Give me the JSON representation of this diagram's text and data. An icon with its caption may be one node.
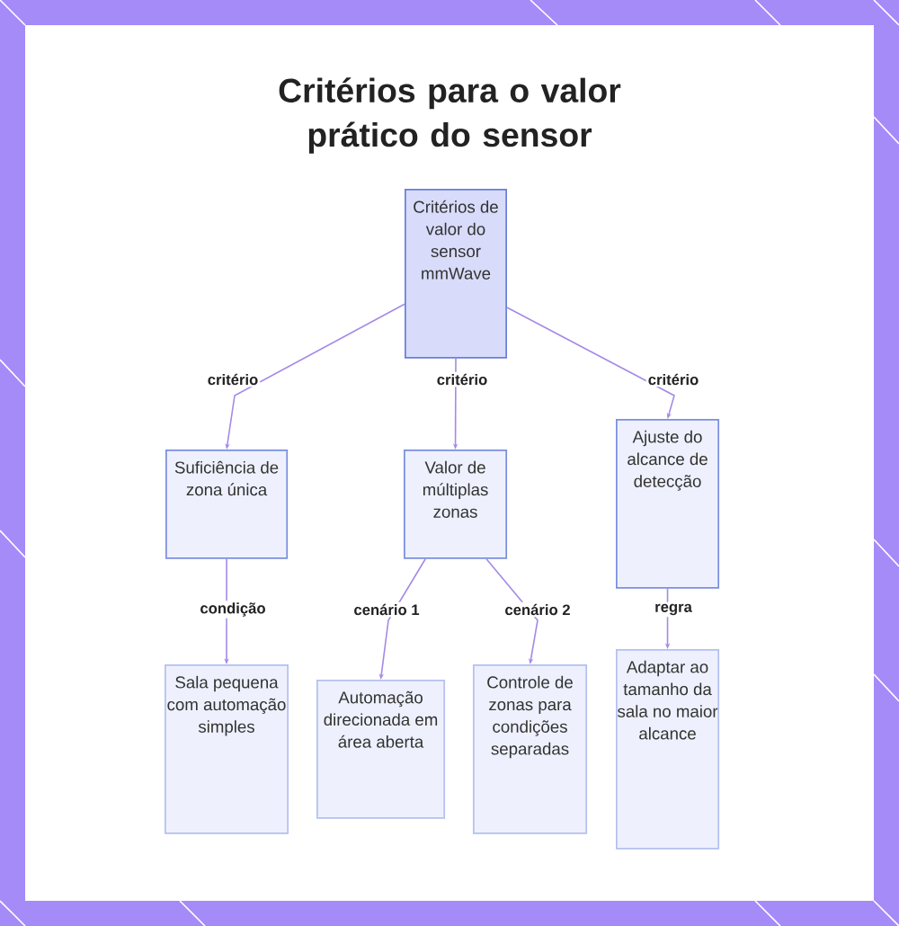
{
  "diagram": {
    "title": "Critérios para o valor prático do sensor",
    "nodes": [
      {
        "text": [
          "Critérios de valor do sensor mmWave"
        ]
      },
      {
        "text": [
          "Suficiência de zona única"
        ]
      },
      {
        "text": [
          "Valor de múltiplas zonas"
        ]
      },
      {
        "text": [
          "Ajuste do alcance de detecção"
        ]
      },
      {
        "text": [
          "Sala pequena com automação simples"
        ]
      },
      {
        "text": [
          "Automação direcionada em área aberta"
        ]
      },
      {
        "text": [
          "Controle de zonas para condições separadas"
        ]
      },
      {
        "text": [
          "Adaptar ao tamanho da sala no maior alcance"
        ]
      }
    ],
    "edges": [
      {
        "from": 0,
        "to": 1,
        "arrow": "to",
        "label": "critério"
      },
      {
        "from": 0,
        "to": 2,
        "arrow": "to",
        "label": "critério"
      },
      {
        "from": 0,
        "to": 3,
        "arrow": "to",
        "label": "critério"
      },
      {
        "from": 1,
        "to": 4,
        "arrow": "to",
        "label": "condição"
      },
      {
        "from": 2,
        "to": 5,
        "arrow": "to",
        "label": "cenário 1"
      },
      {
        "from": 2,
        "to": 6,
        "arrow": "to",
        "label": "cenário 2"
      },
      {
        "from": 3,
        "to": 7,
        "arrow": "to",
        "label": "regra"
      }
    ]
  }
}
